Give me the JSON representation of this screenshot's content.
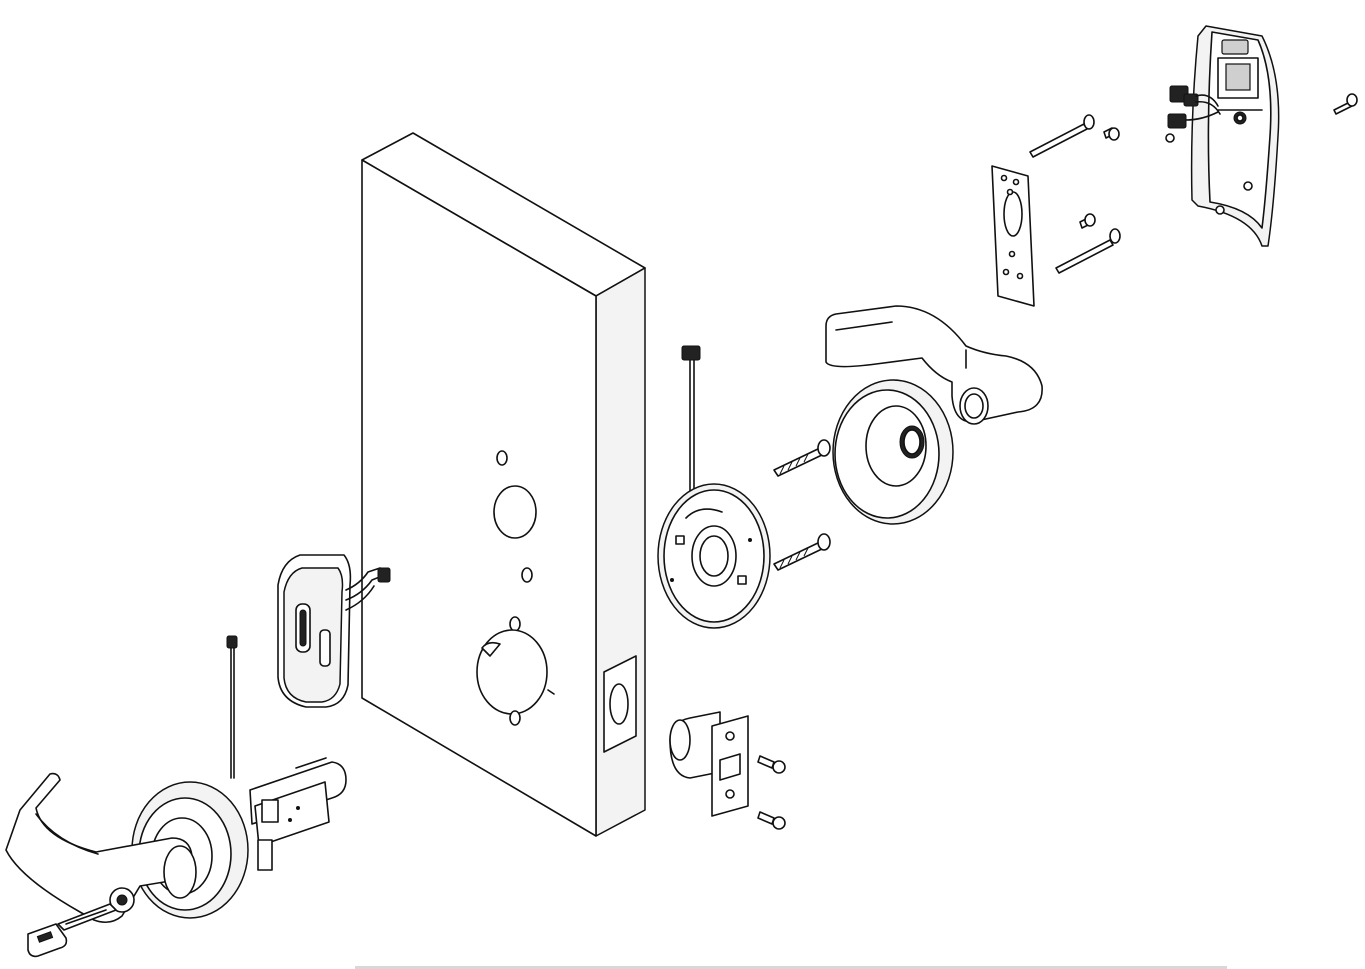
{
  "diagram": {
    "type": "exploded-assembly",
    "parts": [
      "door",
      "outside-lever-assembly",
      "key",
      "card-reader-outside",
      "ribbon-cable",
      "latch",
      "latch-screws",
      "mounting-plate",
      "through-bolts",
      "inside-rose",
      "inside-lever",
      "back-plate",
      "back-plate-screws",
      "inside-escutcheon-housing",
      "escutcheon-screw"
    ]
  },
  "colors": {
    "line": "#111111",
    "fill": "#ffffff",
    "shade": "#f3f3f3",
    "footer_rule": "#d8d8d8"
  }
}
